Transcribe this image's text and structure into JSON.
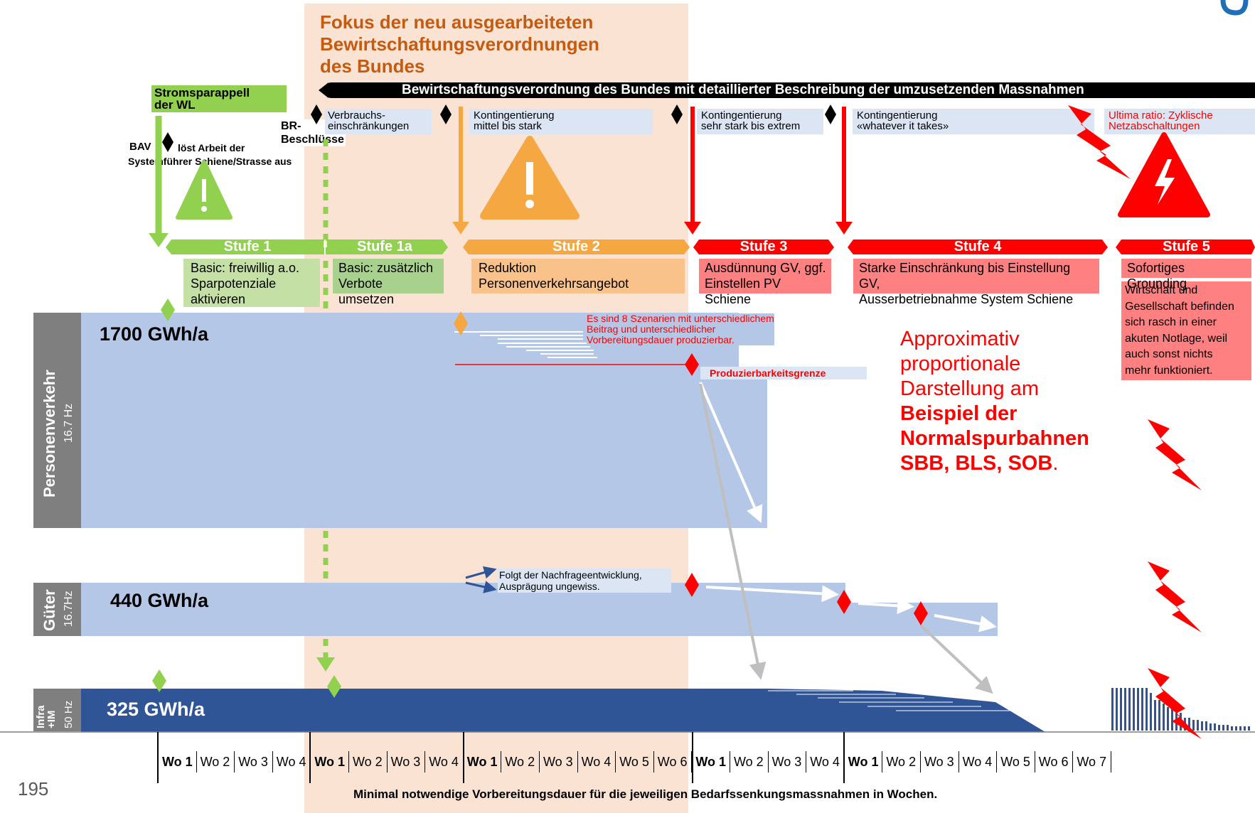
{
  "focus_title": [
    "Fokus der neu ausgearbeiteten",
    "Bewirtschaftungsverordnungen",
    "des Bundes"
  ],
  "banner": "Bewirtschaftungsverordnung des Bundes mit detaillierter Beschreibung der umzusetzenden Massnahmen",
  "stromsparappell": [
    "Stromsparappell",
    "der WL"
  ],
  "bav": "BAV",
  "bav_text": "löst Arbeit der",
  "bav_text2": "Systemführer Schiene/Strasse aus",
  "br_beschluesse": [
    "BR-",
    "Beschlüsse"
  ],
  "measures": [
    {
      "lines": [
        "Verbrauchs-",
        "einschränkungen"
      ]
    },
    {
      "lines": [
        "Kontingentierung",
        "mittel bis stark"
      ]
    },
    {
      "lines": [
        "Kontingentierung",
        "sehr stark bis extrem"
      ]
    },
    {
      "lines": [
        "Kontingentierung",
        "«whatever it takes»"
      ]
    },
    {
      "lines": [
        "Ultima ratio: Zyklische",
        "Netzabschaltungen"
      ]
    }
  ],
  "stages": [
    {
      "label": "Stufe 1",
      "color": "#92d050",
      "desc": [
        "Basic: freiwillig a.o.",
        "Sparpotenziale",
        "aktivieren"
      ]
    },
    {
      "label": "Stufe 1a",
      "color": "#92d050",
      "desc": [
        "Basic: zusätzlich",
        "Verbote umsetzen"
      ]
    },
    {
      "label": "Stufe 2",
      "color": "#f5a742",
      "desc": [
        "Reduktion",
        "Personenverkehrsangebot"
      ]
    },
    {
      "label": "Stufe 3",
      "color": "#ff0000",
      "desc": [
        "Ausdünnung GV, ggf.",
        "Einstellen PV Schiene"
      ]
    },
    {
      "label": "Stufe 4",
      "color": "#ff0000",
      "desc": [
        "Starke Einschränkung bis Einstellung GV,",
        "Ausserbetriebnahme System Schiene"
      ]
    },
    {
      "label": "Stufe 5",
      "color": "#ff0000",
      "desc": [
        "Sofortiges Grounding"
      ]
    }
  ],
  "stage5_note": [
    "Wirtschaft und",
    "Gesellschaft befinden",
    "sich rasch in einer",
    "akuten Notlage, weil",
    "auch sonst nichts",
    "mehr funktioniert."
  ],
  "rows": [
    {
      "label": "Personenverkehr",
      "freq": "16.7 Hz",
      "value": "1700 GWh/a"
    },
    {
      "label": "Güter",
      "freq": "16.7Hz",
      "value": "440 GWh/a"
    },
    {
      "label": "Infra +IM",
      "freq": "50 Hz",
      "value": "325 GWh/a"
    }
  ],
  "scenario_note": [
    "Es sind 8 Szenarien mit unterschiedlichem",
    "Beitrag und unterschiedlicher",
    "Vorbereitungsdauer produzierbar."
  ],
  "produzierbarkeitsgrenze": "Produzierbarkeitsgrenze",
  "nachfrage_note": [
    "Folgt der Nachfrageentwicklung,",
    "Ausprägung ungewiss."
  ],
  "approx_text": {
    "regular": [
      "Approximativ",
      "proportionale",
      "Darstellung am"
    ],
    "bold": [
      "Beispiel der",
      "Normalspurbahnen",
      "SBB, BLS, SOB"
    ],
    "end": "."
  },
  "week_ticks": [
    "Wo 1",
    "Wo 2",
    "Wo 3",
    "Wo 4",
    "Wo 1",
    "Wo 2",
    "Wo 3",
    "Wo 4",
    "Wo 1",
    "Wo 2",
    "Wo 3",
    "Wo 4",
    "Wo 5",
    "Wo 6",
    "Wo 1",
    "Wo 2",
    "Wo 3",
    "Wo 4",
    "Wo 1",
    "Wo 2",
    "Wo 3",
    "Wo 4",
    "Wo 5",
    "Wo 6",
    "Wo 7"
  ],
  "bold_ticks": [
    0,
    4,
    8,
    14,
    18
  ],
  "page_number": "195",
  "footer": "Minimal notwendige Vorbereitungsdauer für die jeweiligen Bedarfssenkungsmassnahmen in Wochen.",
  "colors": {
    "green": "#92d050",
    "orange": "#f5a742",
    "red": "#ff0000",
    "light_blue": "#b4c7e7",
    "dark_blue": "#2f5597",
    "focus_bg": "#fbe3d4"
  }
}
